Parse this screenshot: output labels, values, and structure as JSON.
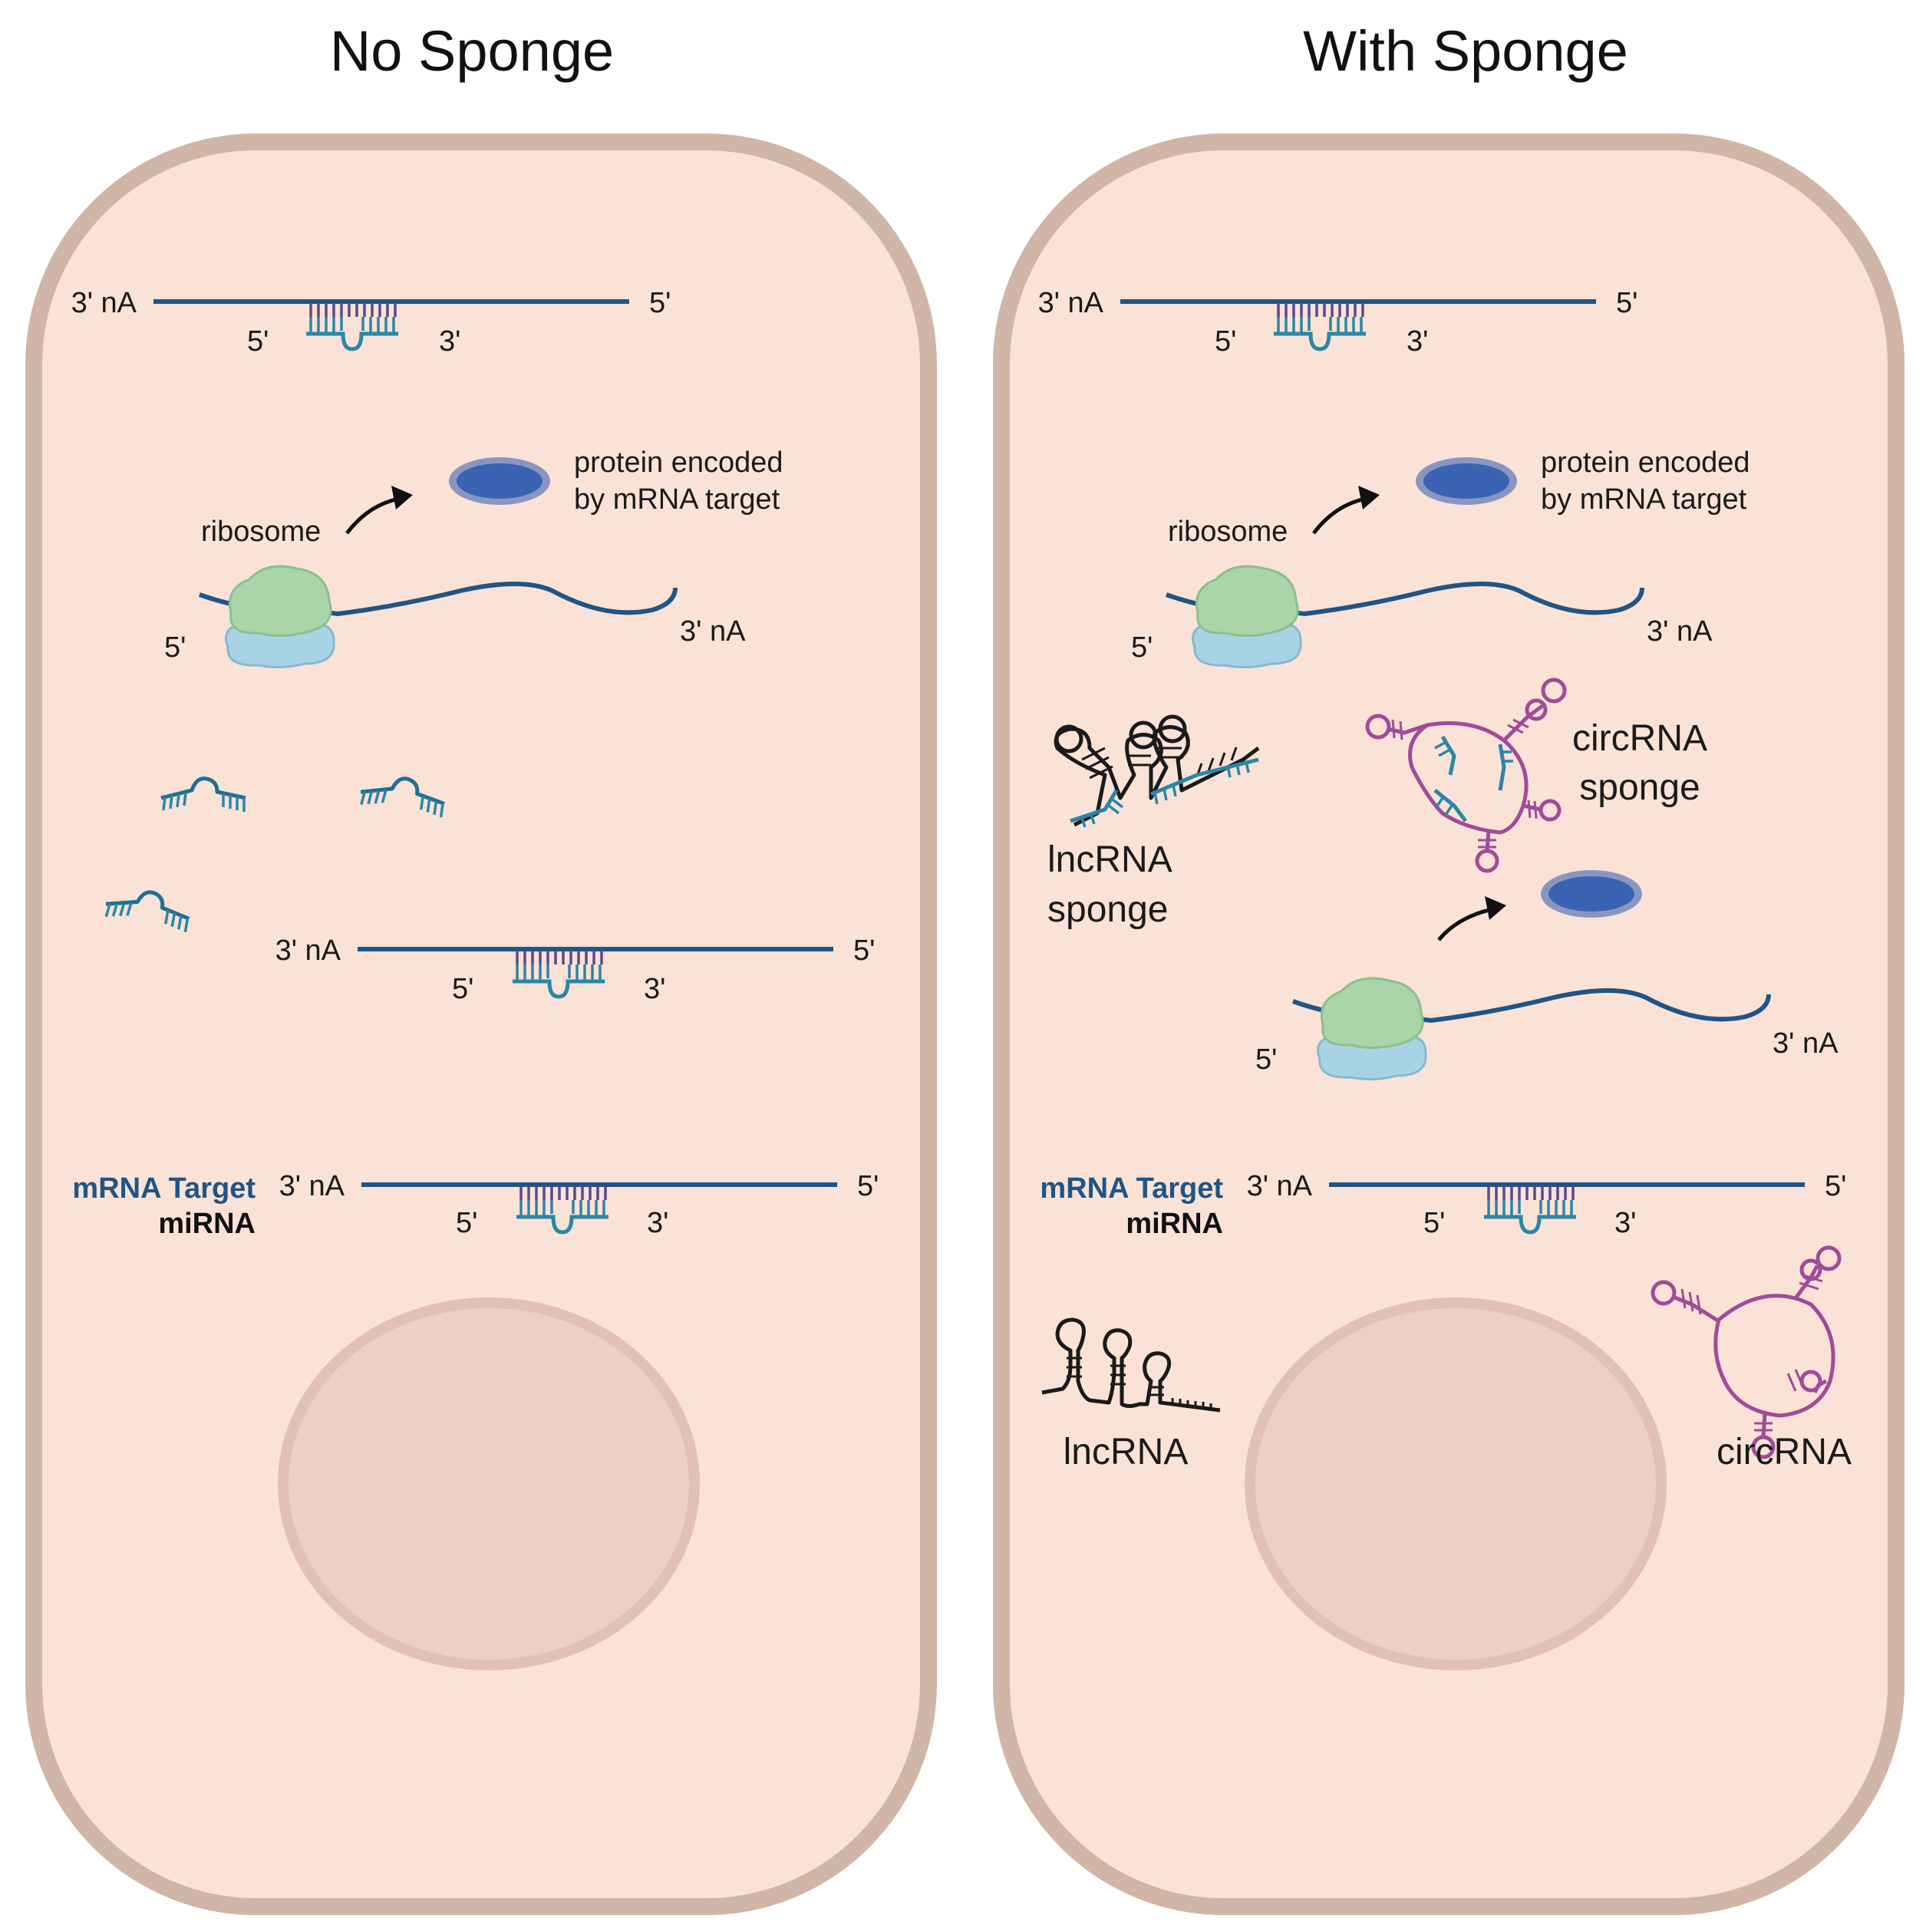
{
  "left_panel": {
    "title": "No Sponge",
    "duplex_top": {
      "three_prime_na": "3' nA",
      "five_prime": "5'",
      "mirna_five": "5'",
      "mirna_three": "3'"
    },
    "protein_label_line1": "protein encoded",
    "protein_label_line2": "by mRNA target",
    "ribosome_label": "ribosome",
    "translated_mrna": {
      "five_prime": "5'",
      "three_prime_na": "3' nA"
    },
    "duplex_middle": {
      "three_prime_na": "3' nA",
      "five_prime": "5'",
      "mirna_five": "5'",
      "mirna_three": "3'"
    },
    "duplex_bottom": {
      "three_prime_na": "3' nA",
      "five_prime": "5'",
      "mirna_five": "5'",
      "mirna_three": "3'"
    },
    "key_mrna_target": "mRNA Target",
    "key_mirna": "miRNA"
  },
  "right_panel": {
    "title": "With Sponge",
    "duplex_top": {
      "three_prime_na": "3' nA",
      "five_prime": "5'",
      "mirna_five": "5'",
      "mirna_three": "3'"
    },
    "protein_label_line1": "protein encoded",
    "protein_label_line2": "by mRNA target",
    "ribosome_label": "ribosome",
    "translated_mrna_1": {
      "five_prime": "5'",
      "three_prime_na": "3' nA"
    },
    "translated_mrna_2": {
      "five_prime": "5'",
      "three_prime_na": "3' nA"
    },
    "lncrna_sponge_line1": "lncRNA",
    "lncrna_sponge_line2": "sponge",
    "circrna_sponge_line1": "circRNA",
    "circrna_sponge_line2": "sponge",
    "duplex_bottom": {
      "three_prime_na": "3' nA",
      "five_prime": "5'",
      "mirna_five": "5'",
      "mirna_three": "3'"
    },
    "key_mrna_target": "mRNA Target",
    "key_mirna": "miRNA",
    "lncrna_label": "lncRNA",
    "circrna_label": "circRNA"
  },
  "colors": {
    "cell_fill": "#fae2d6",
    "cell_border": "#d1b5a6",
    "nucleus_fill": "#ecd0c5",
    "nucleus_border": "#e2c1b5",
    "mrna_strand": "#1f5486",
    "mirna_teal": "#2a86a6",
    "base_pair": "#5a4a8a",
    "protein_fill": "#3a63b4",
    "protein_rim": "#8a96c2",
    "ribosome_large": "#a9d5a9",
    "ribosome_small": "#a8d3e7",
    "circrna": "#a14a9a",
    "lncrna": "#1a1a1a"
  }
}
